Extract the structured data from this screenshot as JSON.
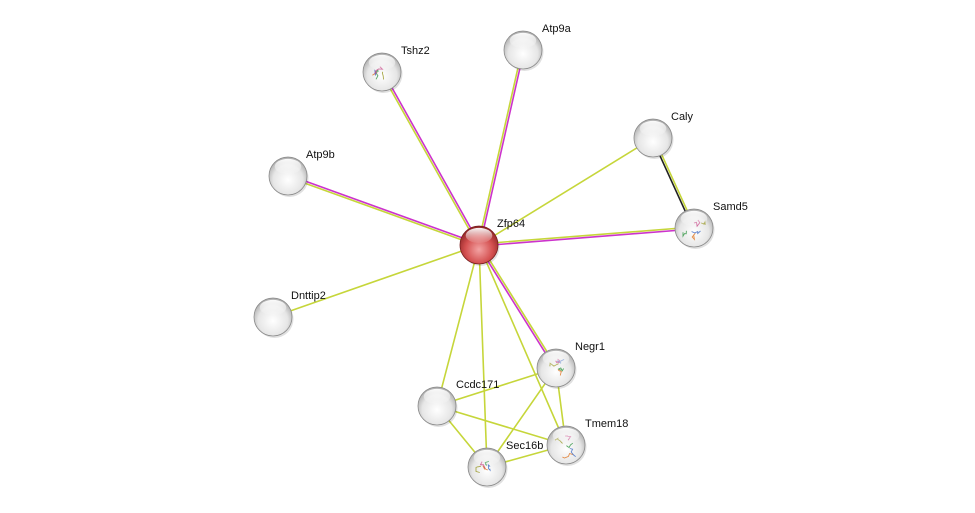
{
  "network": {
    "nodes": [
      {
        "id": "zfp64",
        "label": "Zfp64",
        "query": true,
        "glyph": "none"
      },
      {
        "id": "tshz2",
        "label": "Tshz2",
        "query": false,
        "glyph": "structure"
      },
      {
        "id": "atp9a",
        "label": "Atp9a",
        "query": false,
        "glyph": "none"
      },
      {
        "id": "caly",
        "label": "Caly",
        "query": false,
        "glyph": "none"
      },
      {
        "id": "atp9b",
        "label": "Atp9b",
        "query": false,
        "glyph": "none"
      },
      {
        "id": "samd5",
        "label": "Samd5",
        "query": false,
        "glyph": "structure"
      },
      {
        "id": "dnttip2",
        "label": "Dnttip2",
        "query": false,
        "glyph": "none"
      },
      {
        "id": "negr1",
        "label": "Negr1",
        "query": false,
        "glyph": "structure"
      },
      {
        "id": "ccdc171",
        "label": "Ccdc171",
        "query": false,
        "glyph": "none"
      },
      {
        "id": "tmem18",
        "label": "Tmem18",
        "query": false,
        "glyph": "structure"
      },
      {
        "id": "sec16b",
        "label": "Sec16b",
        "query": false,
        "glyph": "structure"
      }
    ],
    "edges": [
      {
        "source": "zfp64",
        "target": "tshz2",
        "evidence": [
          "textmining",
          "coexpression"
        ]
      },
      {
        "source": "zfp64",
        "target": "atp9a",
        "evidence": [
          "textmining",
          "coexpression"
        ]
      },
      {
        "source": "zfp64",
        "target": "atp9b",
        "evidence": [
          "textmining",
          "coexpression"
        ]
      },
      {
        "source": "zfp64",
        "target": "samd5",
        "evidence": [
          "textmining",
          "coexpression"
        ]
      },
      {
        "source": "zfp64",
        "target": "negr1",
        "evidence": [
          "textmining",
          "coexpression"
        ]
      },
      {
        "source": "zfp64",
        "target": "caly",
        "evidence": [
          "textmining"
        ]
      },
      {
        "source": "zfp64",
        "target": "dnttip2",
        "evidence": [
          "textmining"
        ]
      },
      {
        "source": "zfp64",
        "target": "ccdc171",
        "evidence": [
          "textmining"
        ]
      },
      {
        "source": "zfp64",
        "target": "sec16b",
        "evidence": [
          "textmining"
        ]
      },
      {
        "source": "zfp64",
        "target": "tmem18",
        "evidence": [
          "textmining"
        ]
      },
      {
        "source": "caly",
        "target": "samd5",
        "evidence": [
          "textmining",
          "coexpression_dark"
        ]
      },
      {
        "source": "negr1",
        "target": "ccdc171",
        "evidence": [
          "textmining"
        ]
      },
      {
        "source": "negr1",
        "target": "tmem18",
        "evidence": [
          "textmining"
        ]
      },
      {
        "source": "negr1",
        "target": "sec16b",
        "evidence": [
          "textmining"
        ]
      },
      {
        "source": "ccdc171",
        "target": "tmem18",
        "evidence": [
          "textmining"
        ]
      },
      {
        "source": "ccdc171",
        "target": "sec16b",
        "evidence": [
          "textmining"
        ]
      },
      {
        "source": "tmem18",
        "target": "sec16b",
        "evidence": [
          "textmining"
        ]
      }
    ]
  },
  "colors": {
    "textmining": "#c6d63a",
    "coexpression": "#cc33cc",
    "coexpression_dark": "#222222",
    "query_node": "#d45050",
    "node": "#d8d8d8"
  }
}
